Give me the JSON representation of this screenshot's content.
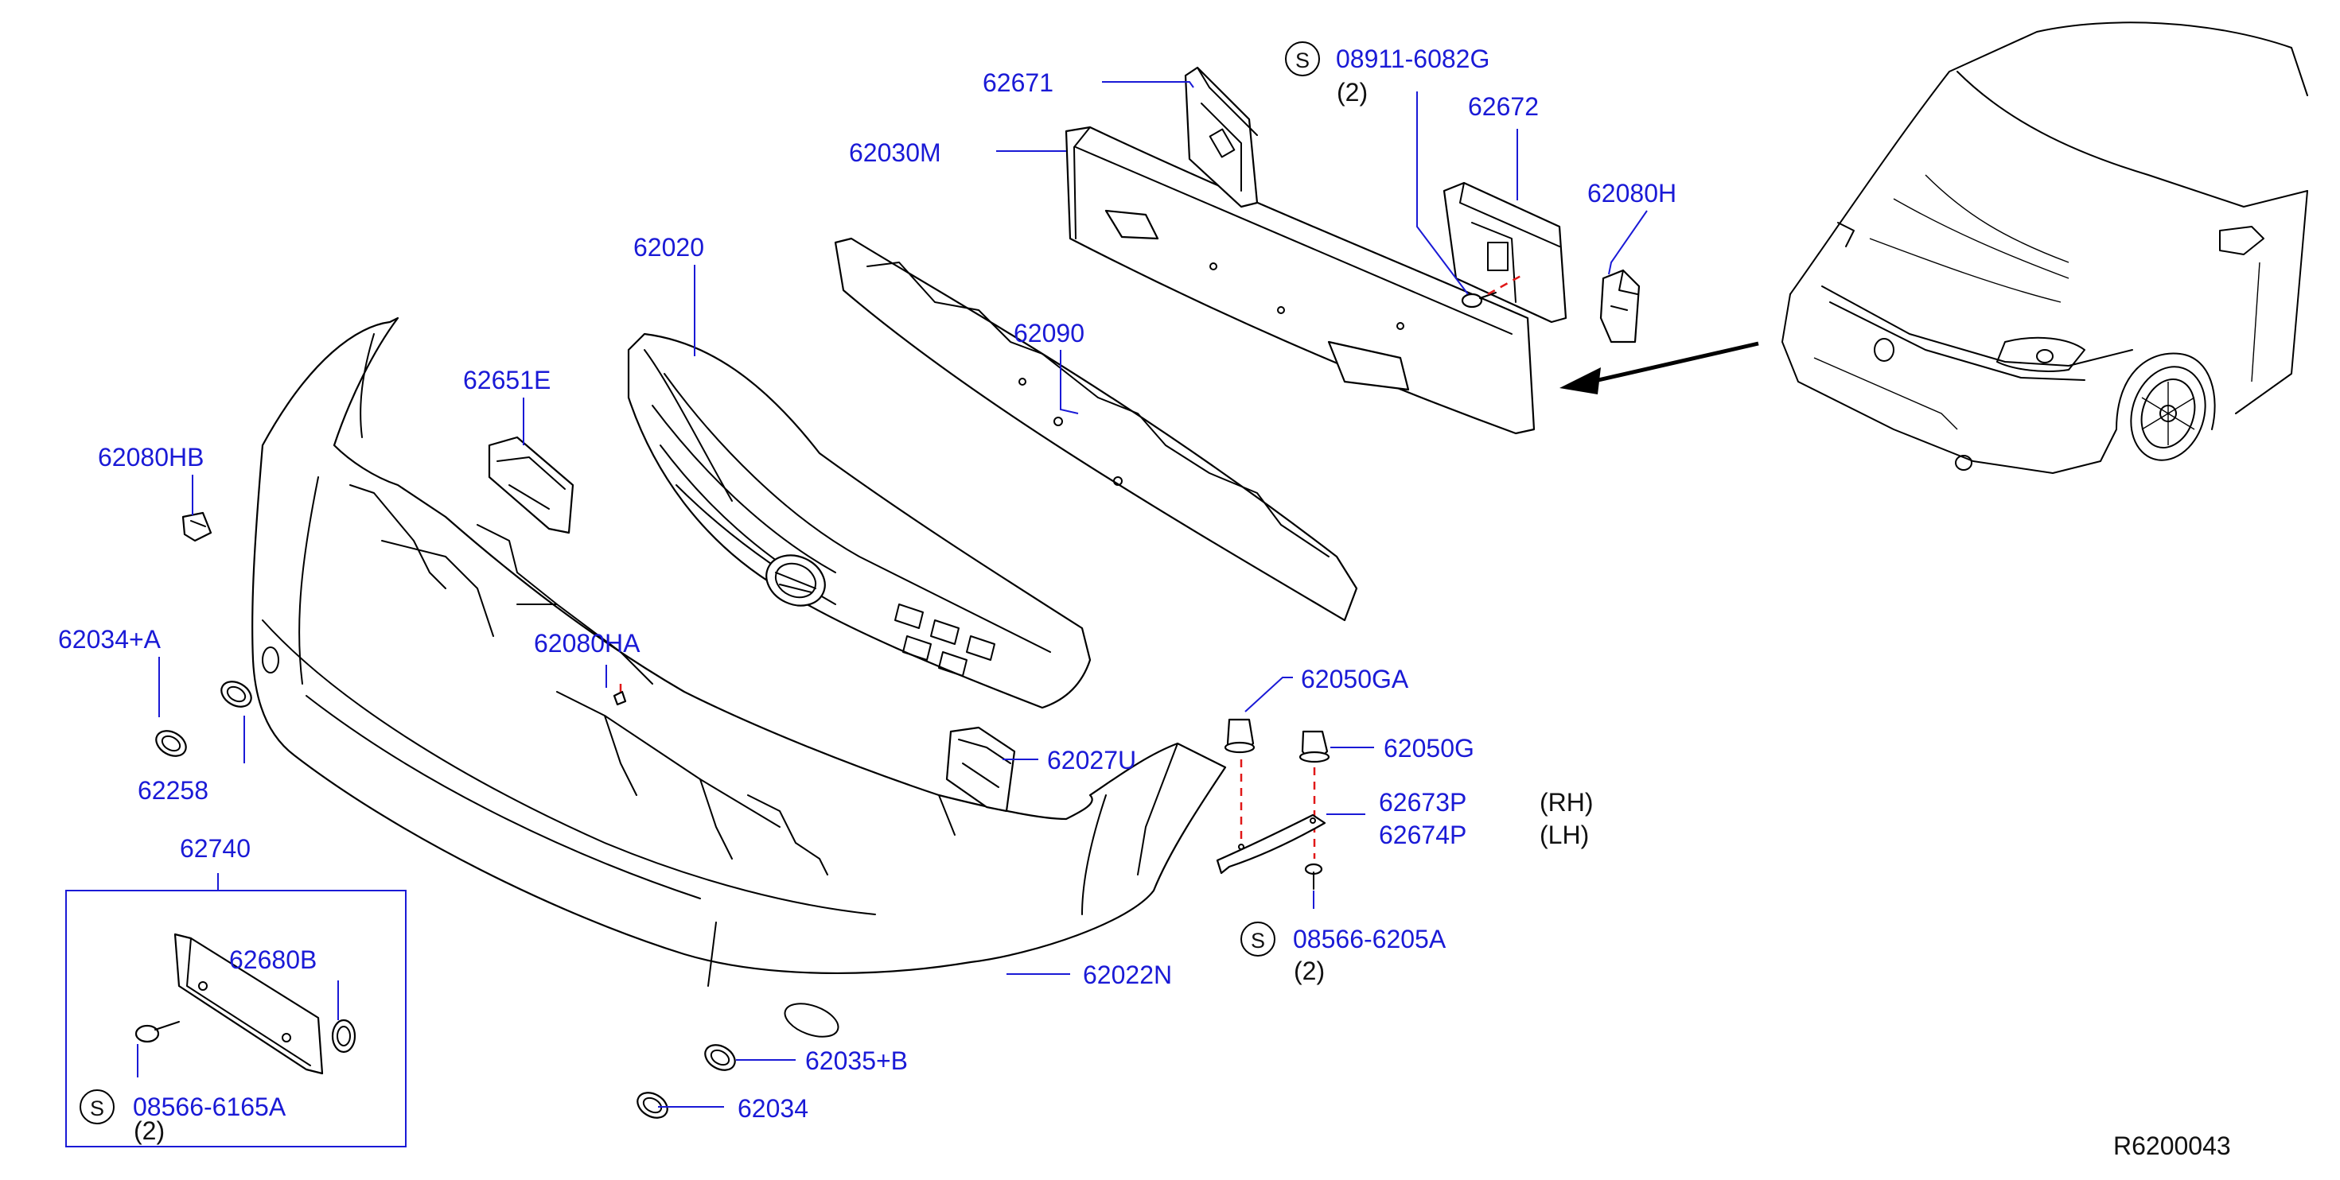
{
  "diagram": {
    "part_labels": [
      {
        "id": "62671",
        "text": "62671"
      },
      {
        "id": "62030M",
        "text": "62030M"
      },
      {
        "id": "08911-6082G",
        "text": "08911-6082G",
        "qty": "(2)",
        "prefix": "S"
      },
      {
        "id": "62672",
        "text": "62672"
      },
      {
        "id": "62080H",
        "text": "62080H"
      },
      {
        "id": "62020",
        "text": "62020"
      },
      {
        "id": "62090",
        "text": "62090"
      },
      {
        "id": "62651E",
        "text": "62651E"
      },
      {
        "id": "62080HB",
        "text": "62080HB"
      },
      {
        "id": "62034+A",
        "text": "62034+A"
      },
      {
        "id": "62080HA",
        "text": "62080HA"
      },
      {
        "id": "62258",
        "text": "62258"
      },
      {
        "id": "62740",
        "text": "62740"
      },
      {
        "id": "62680B",
        "text": "62680B"
      },
      {
        "id": "08566-6165A",
        "text": "08566-6165A",
        "qty": "(2)",
        "prefix": "S"
      },
      {
        "id": "62027U",
        "text": "62027U"
      },
      {
        "id": "62022N",
        "text": "62022N"
      },
      {
        "id": "62035+B",
        "text": "62035+B"
      },
      {
        "id": "62034",
        "text": "62034"
      },
      {
        "id": "62050GA",
        "text": "62050GA"
      },
      {
        "id": "62050G",
        "text": "62050G"
      },
      {
        "id": "62673P",
        "text": "62673P",
        "side": "(RH)"
      },
      {
        "id": "62674P",
        "text": "62674P",
        "side": "(LH)"
      },
      {
        "id": "08566-6205A",
        "text": "08566-6205A",
        "qty": "(2)",
        "prefix": "S"
      }
    ],
    "reference_code": "R6200043",
    "colors": {
      "label": "#1a1ad6",
      "leader": "#1a1ad6",
      "dashed_guide": "#e01818",
      "outline": "#000000"
    }
  }
}
